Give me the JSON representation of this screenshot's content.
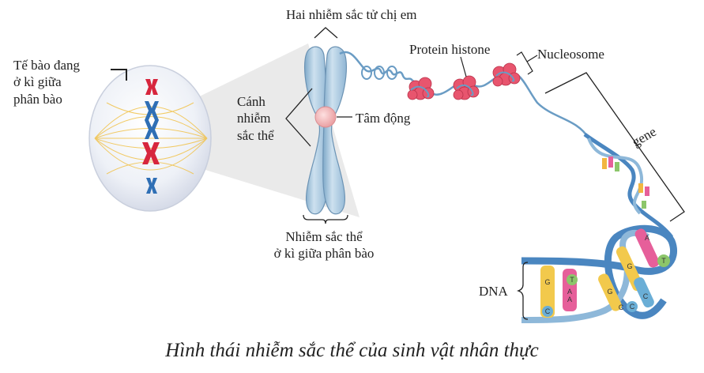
{
  "labels": {
    "cell_line1": "Tế bào đang",
    "cell_line2": "ở kì giữa",
    "cell_line3": "phân bào",
    "sister_chromatids": "Hai nhiễm sắc tử chị em",
    "arm_line1": "Cánh",
    "arm_line2": "nhiễm",
    "arm_line3": "sắc thể",
    "centromere": "Tâm động",
    "metaphase_line1": "Nhiễm sắc thể",
    "metaphase_line2": "ở kì giữa phân bào",
    "histone": "Protein histone",
    "nucleosome": "Nucleosome",
    "gene": "gene",
    "dna": "DNA"
  },
  "bases": [
    "G",
    "T",
    "A",
    "C",
    "G",
    "A",
    "T",
    "C",
    "G",
    "C",
    "C",
    "A"
  ],
  "caption": "Hình thái nhiễm sắc thể của sinh vật nhân thực",
  "colors": {
    "chromatid": "#a9c9e0",
    "centromere": "#f4b8b8",
    "histone": "#e8556e",
    "dna_backbone": "#4a86c0",
    "red_chromosome": "#d7263d",
    "blue_chromosome": "#2f6fb5"
  }
}
